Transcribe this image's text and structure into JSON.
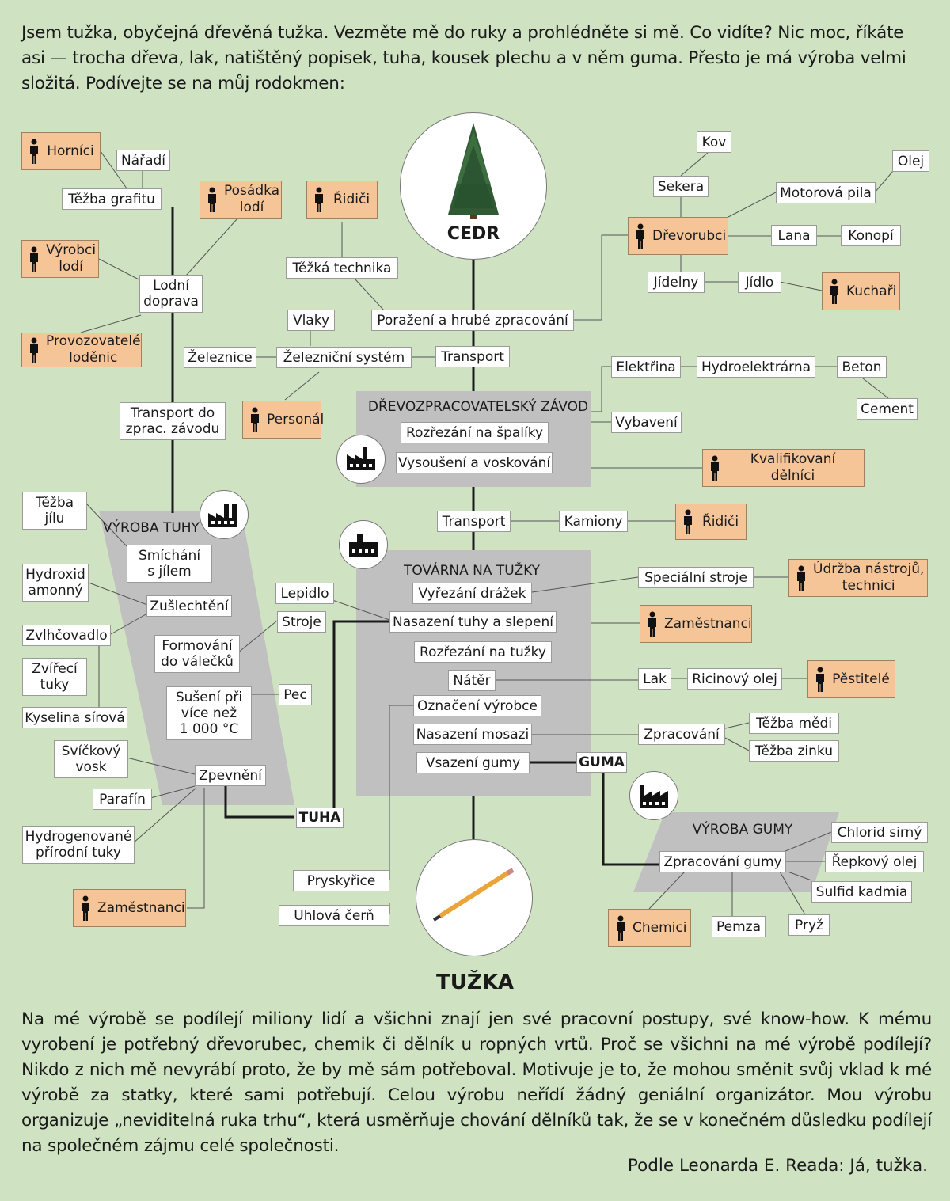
{
  "intro": "Jsem tužka, obyčejná dřevěná tužka. Vezměte mě do ruky a prohlédněte si mě. Co vidíte? Nic moc, říkáte asi — trocha dřeva, lak, natištěný popisek, tuha, kousek plechu a v něm guma. Přesto je má výroba velmi složitá. Podívejte se na můj rodokmen:",
  "outro": "Na mé výrobě se podílejí miliony lidí a všichni znají jen své pracovní postupy, své know-how. K mému vyrobení je potřebný dřevorubec, chemik či dělník u ropných vrtů. Proč se všichni na mé výrobě podílejí? Nikdo z nich mě nevyrábí proto, že by mě sám potřeboval. Motivuje je to, že mohou směnit svůj vklad k mé výrobě za statky, které sami potřebují. Celou výrobu neřídí žádný geniální organizátor. Mou výrobu organizuje „neviditelná ruka trhu“, která usměrňuje chování dělníků tak, že se v konečném důsledku podílejí na společném zájmu celé společnosti.",
  "source": "Podle Leonarda E. Reada: Já, tužka.",
  "cedr": "CEDR",
  "tuzka": "TUŽKA",
  "sections": {
    "drevo": "DŘEVOZPRACOVATELSKÝ ZÁVOD",
    "tuha": "VÝROBA TUHY",
    "tovarna": "TOVÁRNA NA TUŽKY",
    "guma": "VÝROBA GUMY"
  },
  "labels": {
    "tuha": "TUHA",
    "guma": "GUMA"
  },
  "boxes": {
    "naradi": "Nářadí",
    "tezba_grafitu": "Těžba grafitu",
    "lodni_doprava": "Lodní\ndoprava",
    "tezka_technika": "Těžká technika",
    "vlaky": "Vlaky",
    "zeleznice": "Železnice",
    "zel_system": "Železniční systém",
    "poraz": "Poražení a hrubé zpracování",
    "transport1": "Transport",
    "transport_zavod": "Transport do\nzprac. závodu",
    "rozrez_spaliky": "Rozřezání na špalíky",
    "vysouseni": "Vysoušení a voskování",
    "transport2": "Transport",
    "kamiony": "Kamiony",
    "kov": "Kov",
    "sekera": "Sekera",
    "motorova_pila": "Motorová pila",
    "olej": "Olej",
    "lana": "Lana",
    "konopi": "Konopí",
    "jidelny": "Jídelny",
    "jidlo": "Jídlo",
    "elektrina": "Elektřina",
    "hydroel": "Hydroelektrárna",
    "beton": "Beton",
    "cement": "Cement",
    "vybaveni": "Vybavení",
    "tezba_jilu": "Těžba\njílu",
    "hydroxid": "Hydroxid\namonný",
    "zvlhcovadlo": "Zvlhčovadlo",
    "zvireci": "Zvířecí\ntuky",
    "kyselina": "Kyselina sírová",
    "svickovy": "Svíčkový\nvosk",
    "parafin": "Parafín",
    "hydrogen": "Hydrogenované\npřírodní tuky",
    "smichani": "Smíchání\ns jílem",
    "zuslechteni": "Zušlechtění",
    "formovani": "Formování\ndo válečků",
    "suseni": "Sušení při\nvíce než\n1 000 °C",
    "zpevneni": "Zpevnění",
    "pec": "Pec",
    "lepidlo": "Lepidlo",
    "stroje": "Stroje",
    "vyrezani": "Vyřezání drážek",
    "nasazeni_tuhy": "Nasazení tuhy a slepení",
    "rozrez_tuzky": "Rozřezání na tužky",
    "nater": "Nátěr",
    "oznaceni": "Označení výrobce",
    "nasazeni_mosazi": "Nasazení mosazi",
    "vsazeni_gumy": "Vsazení gumy",
    "specialni_stroje": "Speciální stroje",
    "lak": "Lak",
    "ricinovy": "Ricinový olej",
    "zpracovani": "Zpracování",
    "tezba_medi": "Těžba mědi",
    "tezba_zinku": "Těžba zinku",
    "pryskyrice": "Pryskyřice",
    "uhlova": "Uhlová čerň",
    "zprac_gumy": "Zpracování gumy",
    "chlorid": "Chlorid sirný",
    "repkovy": "Řepkový olej",
    "sulfid": "Sulfid kadmia",
    "pemza": "Pemza",
    "pryz": "Pryž"
  },
  "workers": {
    "hornici": "Horníci",
    "posadka": "Posádka\nlodí",
    "ridici1": "Řidiči",
    "vyrobci_lodi": "Výrobci\nlodí",
    "provozovatele": "Provozovatelé\nloděnic",
    "personal": "Personál",
    "drevorubci": "Dřevorubci",
    "kuchari": "Kuchaři",
    "kvalifikovani": "Kvalifikovaní dělníci",
    "ridici2": "Řidiči",
    "udrzba": "Údržba nástrojů,\ntechnici",
    "zamestnanci1": "Zaměstnanci",
    "pestitele": "Pěstitelé",
    "zamestnanci2": "Zaměstnanci",
    "chemici": "Chemici"
  },
  "icons": [
    "tree-icon",
    "factory-icon",
    "pencil-icon",
    "worker-icon"
  ],
  "colors": {
    "background": "#cfe3c3",
    "worker_box": "#f5c598",
    "section": "#c0c0c0"
  }
}
